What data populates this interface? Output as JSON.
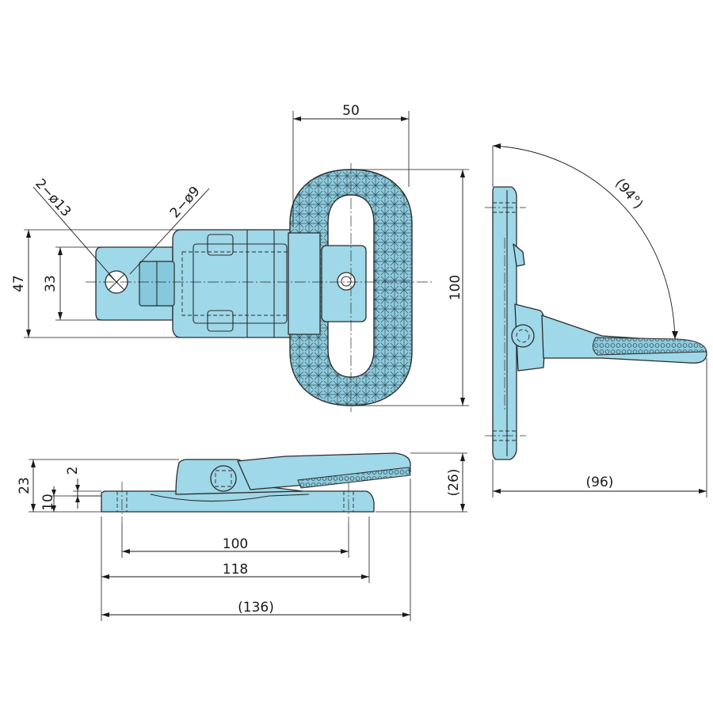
{
  "colors": {
    "part_fill": "#9fd8e8",
    "tread_fill": "#8fcadc",
    "line": "#2b2b2b"
  },
  "top_view": {
    "dim_width": "50",
    "dim_height": "100",
    "dim_base_height": "47",
    "dim_hole_spacing": "33",
    "large_hole_callout": "2−ø13",
    "small_hole_callout": "2−ø9"
  },
  "side_view": {
    "dim_total_height": "23",
    "dim_step": "2",
    "dim_base_thickness": "10",
    "dim_tread_height": "(26)",
    "dim_hole_pitch": "100",
    "dim_base_length": "118",
    "dim_overall_length": "(136)"
  },
  "end_view": {
    "dim_reach": "(96)",
    "dim_angle": "(94°)"
  }
}
